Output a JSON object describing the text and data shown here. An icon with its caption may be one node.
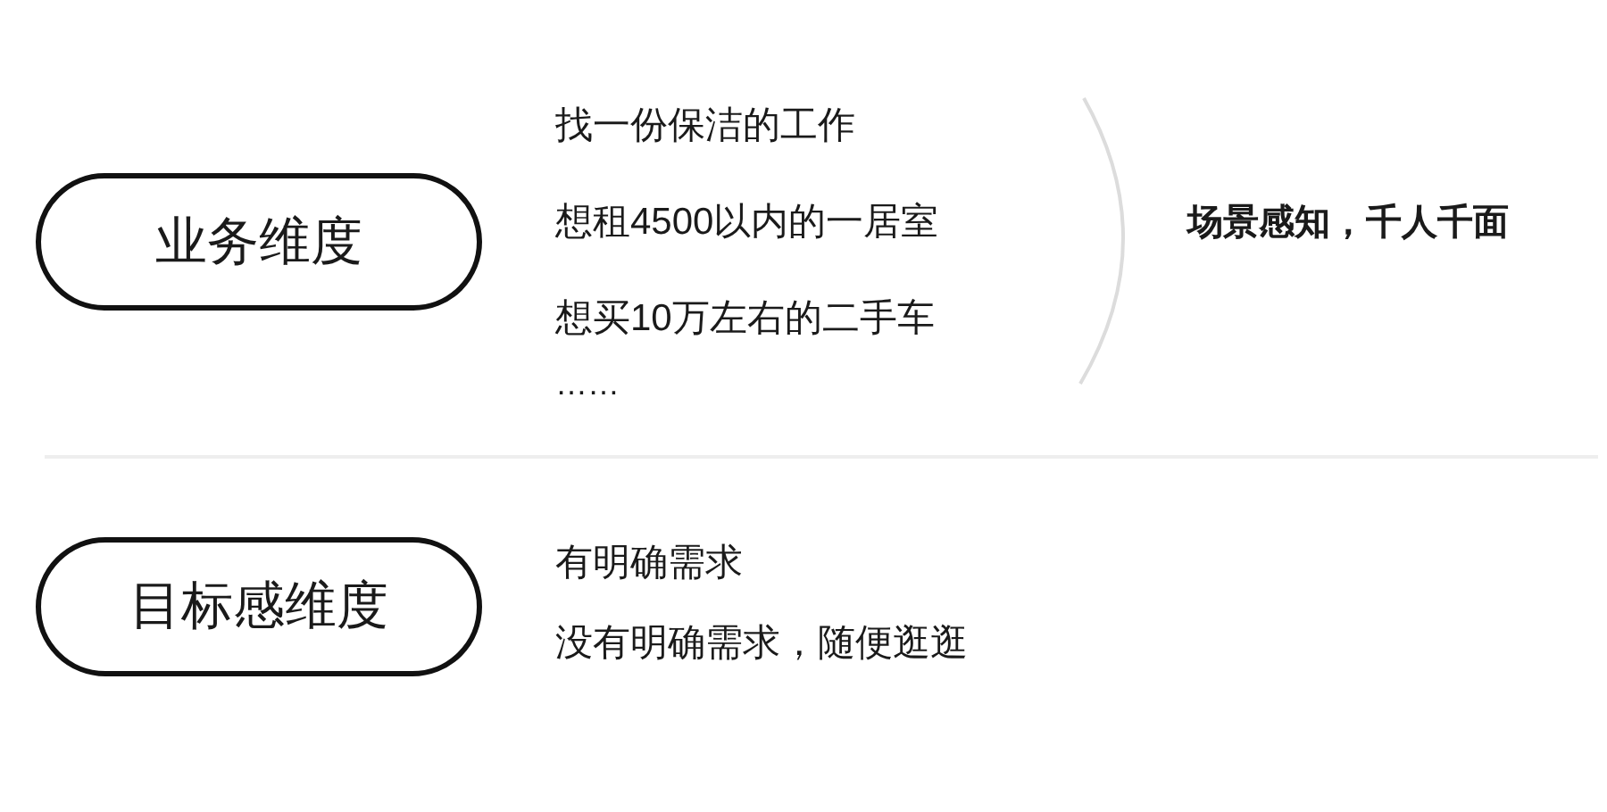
{
  "diagram": {
    "nodes": [
      {
        "text": [
          "业务维度"
        ]
      },
      {
        "text": [
          "目标感维度"
        ]
      }
    ],
    "labels": [
      "找一份保洁的工作",
      "想租4500以内的一居室",
      "想买10万左右的二手车",
      "……",
      "场景感知，千人千面",
      "有明确需求",
      "没有明确需求，随便逛逛"
    ]
  }
}
